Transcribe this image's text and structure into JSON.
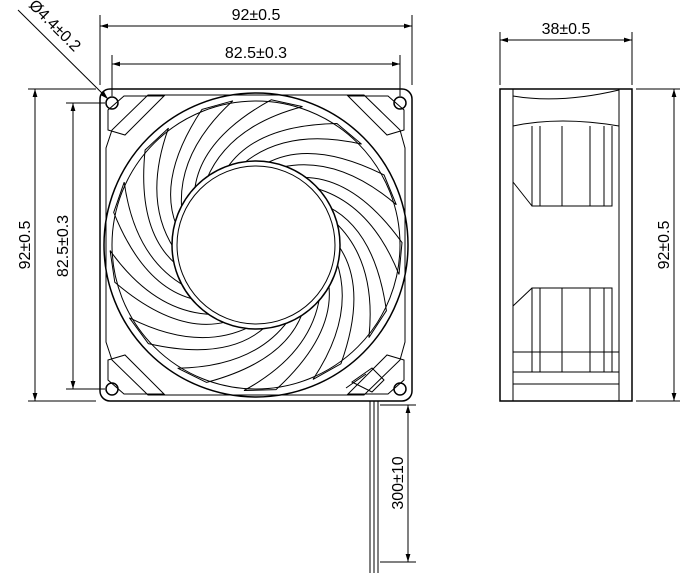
{
  "front_view": {
    "overall_width": "92±0.5",
    "hole_spacing_width": "82.5±0.3",
    "overall_height": "92±0.5",
    "hole_spacing_height": "82.5±0.3",
    "hole_diameter": "Ø4.4±0.2",
    "cable_length": "300±10"
  },
  "side_view": {
    "thickness": "38±0.5",
    "height": "92±0.5"
  }
}
